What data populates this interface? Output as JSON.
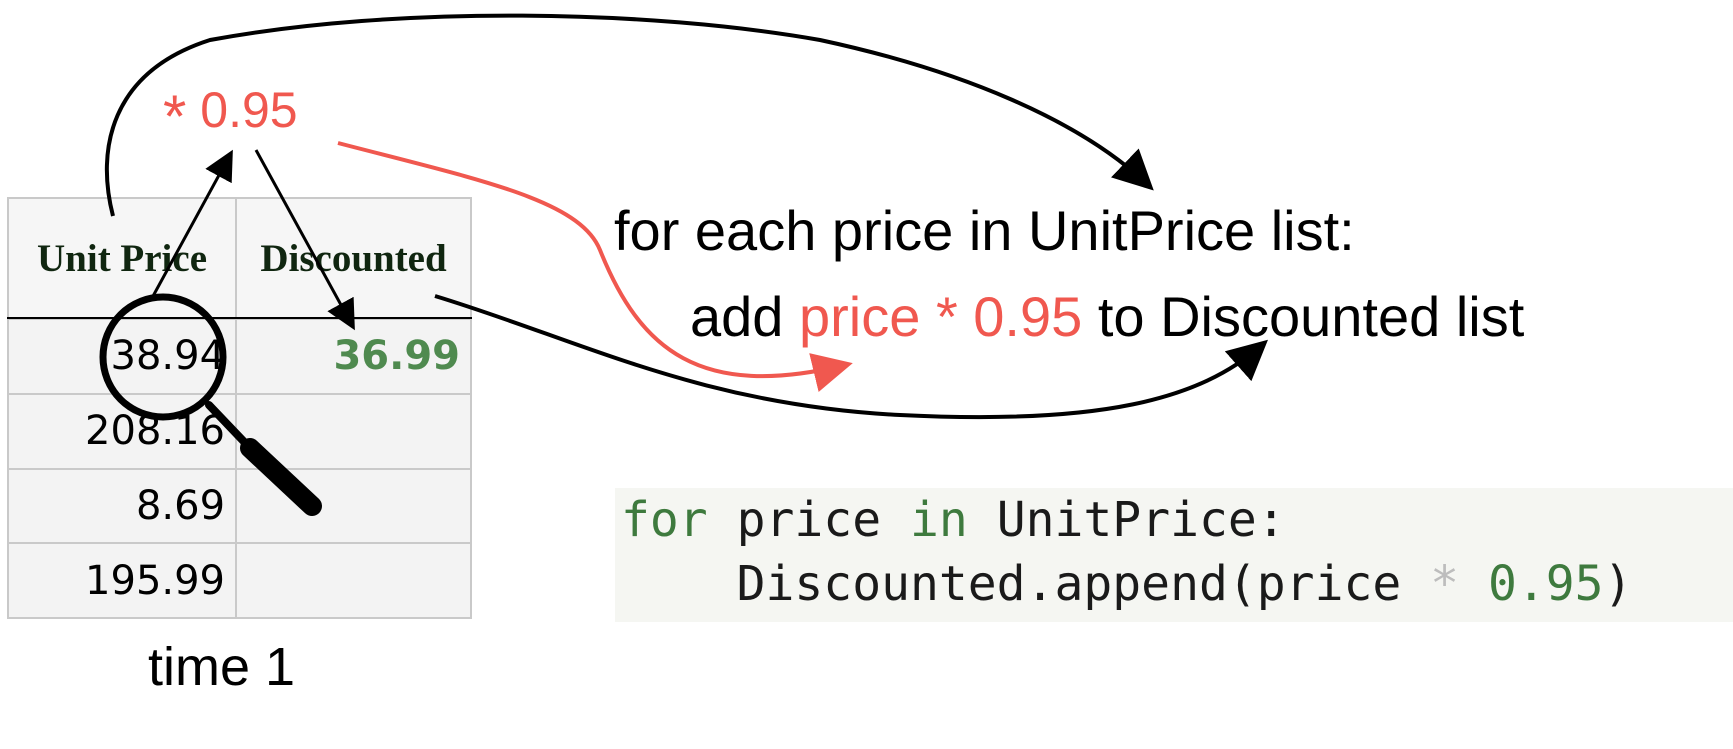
{
  "table": {
    "headers": [
      "Unit Price",
      "Discounted"
    ],
    "rows": [
      {
        "unit_price": "38.94",
        "discounted": "36.99"
      },
      {
        "unit_price": "208.16",
        "discounted": ""
      },
      {
        "unit_price": "8.69",
        "discounted": ""
      },
      {
        "unit_price": "195.99",
        "discounted": ""
      }
    ]
  },
  "time_label": "time 1",
  "factor": {
    "star": "*",
    "value": "0.95"
  },
  "pseudocode": {
    "line1": "for each price in UnitPrice list:",
    "line2_prefix": "add ",
    "line2_highlight": "price * 0.95",
    "line2_suffix": " to Discounted list"
  },
  "code": {
    "line1": {
      "kw_for": "for",
      "var": " price ",
      "kw_in": "in",
      "rest": " UnitPrice:"
    },
    "line2": {
      "indent": "    ",
      "call": "Discounted.append(price ",
      "op": "*",
      "sp": " ",
      "num": "0.95",
      "close": ")"
    }
  },
  "colors": {
    "highlight_red": "#f0584f",
    "code_green": "#3e7a3e",
    "discount_green": "#4f8a4f"
  }
}
